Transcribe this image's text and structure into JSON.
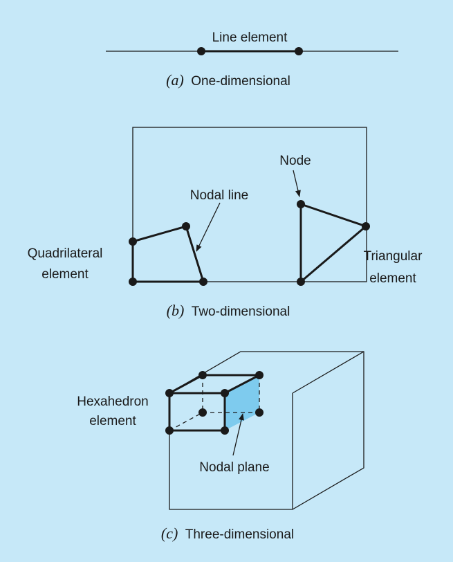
{
  "colors": {
    "background": "#c6e8f8",
    "line": "#1a1a1a",
    "nodal_plane_fill": "#7ecbee"
  },
  "panel_a": {
    "label": "Line element",
    "caption_letter": "(a)",
    "caption_text": "One-dimensional"
  },
  "panel_b": {
    "label_node": "Node",
    "label_nodal_line": "Nodal line",
    "label_quad_1": "Quadrilateral",
    "label_quad_2": "element",
    "label_tri_1": "Triangular",
    "label_tri_2": "element",
    "caption_letter": "(b)",
    "caption_text": "Two-dimensional"
  },
  "panel_c": {
    "label_hex_1": "Hexahedron",
    "label_hex_2": "element",
    "label_plane": "Nodal plane",
    "caption_letter": "(c)",
    "caption_text": "Three-dimensional"
  }
}
